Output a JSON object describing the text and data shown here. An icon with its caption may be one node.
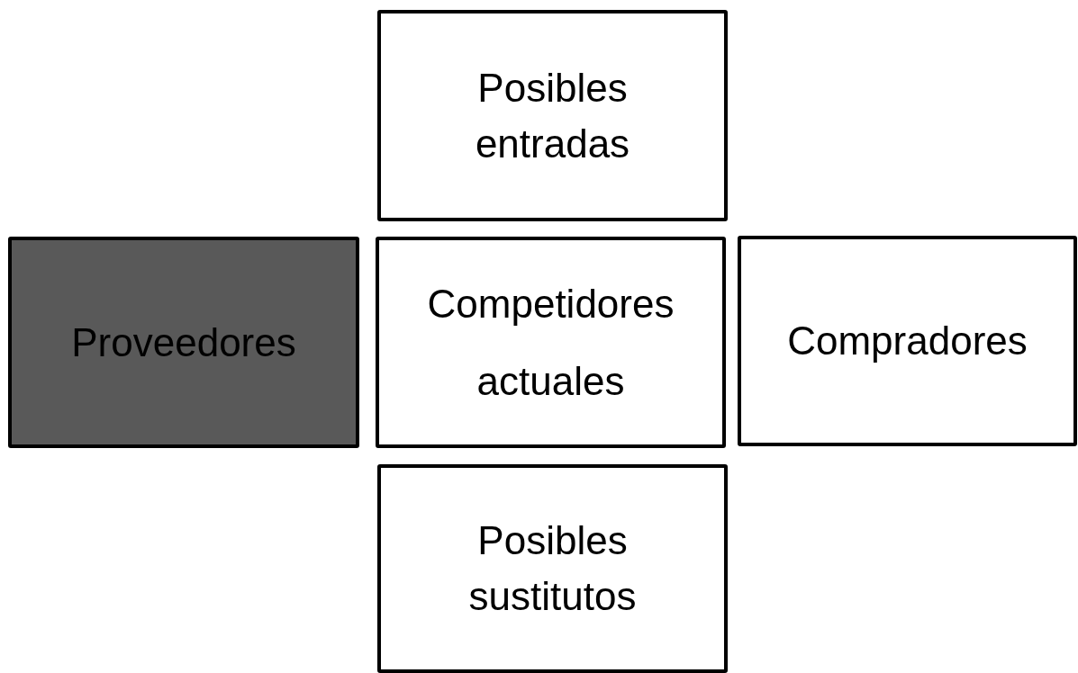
{
  "diagram": {
    "nodes": [
      {
        "text": [
          "Posibles entradas"
        ]
      },
      {
        "text": [
          "Proveedores"
        ]
      },
      {
        "text": [
          "Competidores actuales"
        ]
      },
      {
        "text": [
          "Compradores"
        ]
      },
      {
        "text": [
          "Posibles sustitutos"
        ]
      }
    ]
  }
}
